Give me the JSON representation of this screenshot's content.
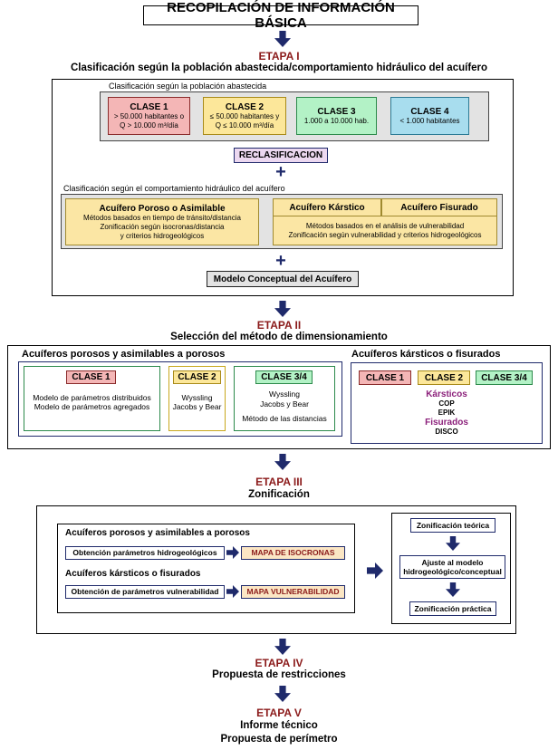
{
  "header": {
    "title": "RECOPILACIÓN DE INFORMACIÓN BÁSICA"
  },
  "etapa1": {
    "label": "ETAPA I",
    "subtitle": "Clasificación según la población abastecida/comportamiento hidráulico del acuífero",
    "pob_heading": "Clasificación según la población abastecida",
    "clases": [
      {
        "title": "CLASE 1",
        "line1": "> 50.000 habitantes o",
        "line2": "Q > 10.000 m³/día"
      },
      {
        "title": "CLASE 2",
        "line1": "≤ 50.000 habitantes y",
        "line2": "Q ≤ 10.000 m³/día"
      },
      {
        "title": "CLASE 3",
        "line1": "1.000 a 10.000 hab.",
        "line2": ""
      },
      {
        "title": "CLASE 4",
        "line1": "< 1.000 habitantes",
        "line2": ""
      }
    ],
    "reclasificacion": "RECLASIFICACION",
    "plus": "+",
    "hid_heading": "Clasificación según el comportamiento hidráulico del acuífero",
    "poroso": {
      "title": "Acuífero Poroso o Asimilable",
      "l1": "Métodos basados en tiempo de tránsito/distancia",
      "l2": "Zonificación según isocronas/distancia",
      "l3": "y criterios hidrogeológicos"
    },
    "karstico_title": "Acuífero Kárstico",
    "fisurado_title": "Acuífero Fisurado",
    "kf_l1": "Métodos basados en el análisis de vulnerabilidad",
    "kf_l2": "Zonificación según vulnerabilidad y criterios hidrogeológicos",
    "modelo": "Modelo Conceptual del Acuífero"
  },
  "etapa2": {
    "label": "ETAPA II",
    "subtitle": "Selección del método de dimensionamiento",
    "porosos_heading": "Acuíferos porosos y asimilables a porosos",
    "c1": {
      "title": "CLASE 1",
      "l1": "Modelo de parámetros distribuidos",
      "l2": "Modelo de parámetros agregados"
    },
    "c2": {
      "title": "CLASE 2",
      "l1": "Wyssling",
      "l2": "Jacobs y Bear"
    },
    "c34": {
      "title": "CLASE 3/4",
      "l1": "Wyssling",
      "l2": "Jacobs y Bear",
      "l3": "Método de las distancias"
    },
    "kf_heading": "Acuíferos kársticos o fisurados",
    "kf_c1": "CLASE 1",
    "kf_c2": "CLASE 2",
    "kf_c34": "CLASE 3/4",
    "karsticos": "Kársticos",
    "cop": "COP",
    "epik": "EPIK",
    "fisurados": "Fisurados",
    "disco": "DISCO"
  },
  "etapa3": {
    "label": "ETAPA III",
    "subtitle": "Zonificación",
    "porosos_heading": "Acuíferos porosos y asimilables a porosos",
    "obt_hidro": "Obtención parámetros hidrogeológicos",
    "mapa_iso": "MAPA DE ISOCRONAS",
    "kf_heading": "Acuíferos kársticos o fisurados",
    "obt_vuln": "Obtención de parámetros vulnerabilidad",
    "mapa_vuln": "MAPA VULNERABILIDAD",
    "zon_teorica": "Zonificación teórica",
    "ajuste_l1": "Ajuste al modelo",
    "ajuste_l2": "hidrogeológico/conceptual",
    "zon_practica": "Zonificación práctica"
  },
  "etapa4": {
    "label": "ETAPA IV",
    "subtitle": "Propuesta de restricciones"
  },
  "etapa5": {
    "label": "ETAPA V",
    "line1": "Informe técnico",
    "line2": "Propuesta de perímetro"
  },
  "colors": {
    "navy": "#1f2a6b",
    "etapa": "#8b1a1a",
    "clase1": "#f4b6b6",
    "clase2": "#fce79a",
    "clase3": "#b3f2c6",
    "clase4": "#a8ddee"
  }
}
